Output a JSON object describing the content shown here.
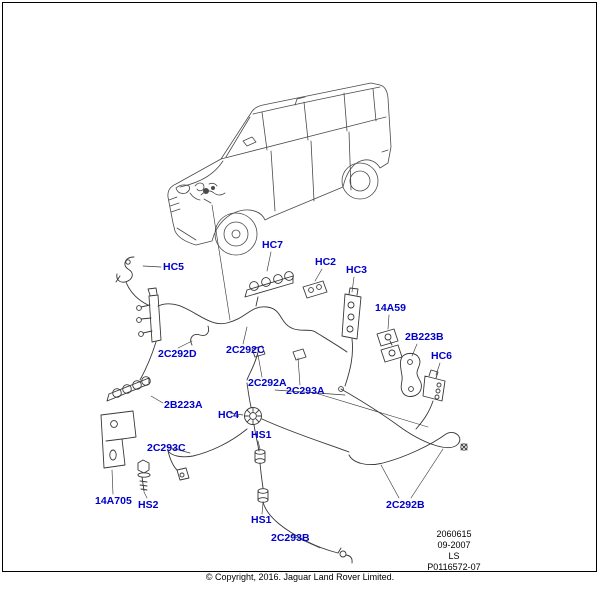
{
  "colors": {
    "label_color": "#0000cc",
    "line_color": "#3a3a3a"
  },
  "page": {
    "copyright": "© Copyright, 2016. Jaguar Land Rover Limited."
  },
  "footnote": {
    "lines": [
      "2060615",
      "09-2007",
      "LS",
      "P0116572-07"
    ]
  },
  "labels": [
    {
      "part": "HC5"
    },
    {
      "part": "HC7"
    },
    {
      "part": "HC2"
    },
    {
      "part": "HC3"
    },
    {
      "part": "14A59"
    },
    {
      "part": "2B223B"
    },
    {
      "part": "HC6"
    },
    {
      "part": "2C292D"
    },
    {
      "part": "2C292C"
    },
    {
      "part": "2C292A"
    },
    {
      "part": "2C293A"
    },
    {
      "part": "2B223A"
    },
    {
      "part": "HC4"
    },
    {
      "part": "HS1"
    },
    {
      "part": "2C293C"
    },
    {
      "part": "14A705"
    },
    {
      "part": "HS2"
    },
    {
      "part": "HS1"
    },
    {
      "part": "2C293B"
    },
    {
      "part": "2C292B"
    }
  ]
}
